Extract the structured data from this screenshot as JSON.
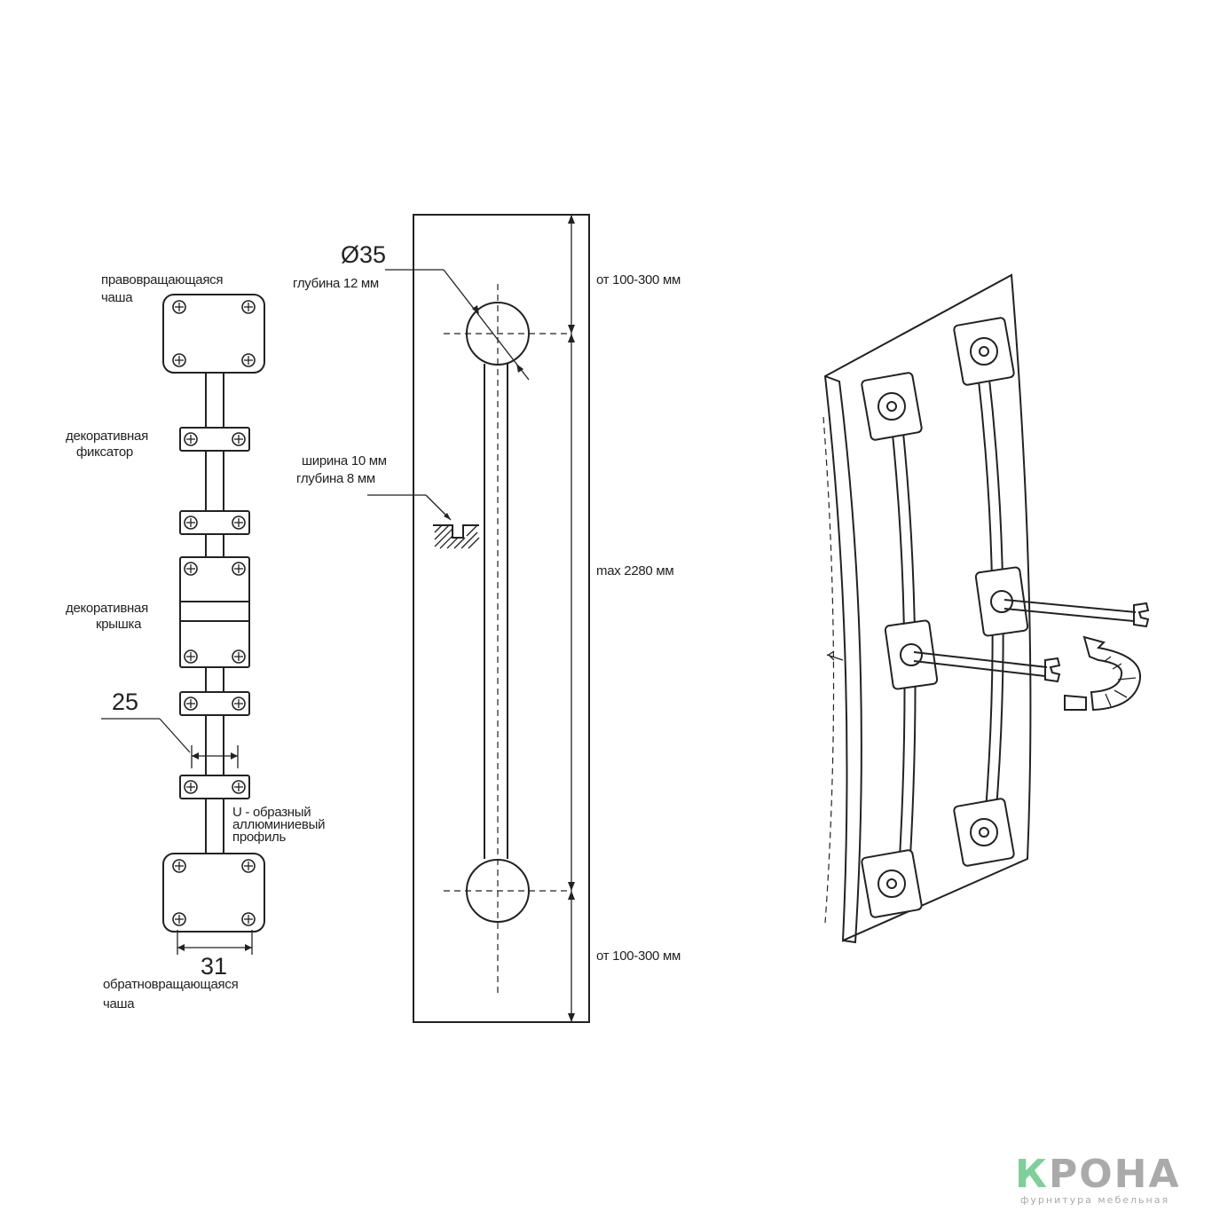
{
  "left_diagram": {
    "label_top_cup": "правовращающаяся",
    "label_top_cup_2": "чаша",
    "label_fixator": "декоративная",
    "label_fixator_2": "фиксатор",
    "label_cover": "декоративная",
    "label_cover_2": "крышка",
    "dim_profile": "25",
    "label_profile": "U - образный",
    "label_profile_2": "аллюминиевый",
    "label_profile_3": "профиль",
    "dim_cup": "31",
    "label_bottom_cup": "обратновращающаяся",
    "label_bottom_cup_2": "чаша"
  },
  "middle_diagram": {
    "diameter": "Ø35",
    "diameter_depth": "глубина 12 мм",
    "groove_width": "ширина 10 мм",
    "groove_depth": "глубина 8 мм",
    "dim_top": "от 100-300 мм",
    "dim_total": "max 2280 мм",
    "dim_bottom": "от 100-300 мм"
  },
  "logo": {
    "k": "К",
    "rest": "РОНА",
    "sub": "фурнитура мебельная"
  },
  "colors": {
    "line": "#222222",
    "logo_gray": "#aaaaaa",
    "logo_green": "#7ecf9a"
  }
}
